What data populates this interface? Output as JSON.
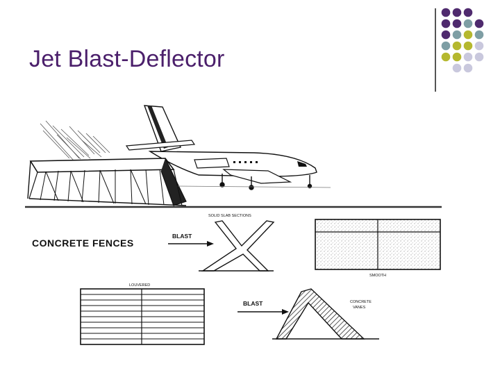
{
  "slide": {
    "title": "Jet Blast-Deflector"
  },
  "decor": {
    "dot_colors": {
      "purple": "#4f2a6e",
      "teal": "#7e9ea4",
      "olive": "#b5b82e",
      "lavender": "#c9c8dd"
    },
    "title_color": "#4b1f6b"
  },
  "figure": {
    "labels": {
      "concrete_fences": "CONCRETE FENCES",
      "blast_1": "BLAST",
      "solid_slab_sections": "SOLID SLAB SECTIONS",
      "smooth": "SMOOTH",
      "louvered": "LOUVERED",
      "blast_2": "BLAST",
      "concrete_vanes_1": "CONCRETE",
      "concrete_vanes_2": "VANES"
    }
  }
}
